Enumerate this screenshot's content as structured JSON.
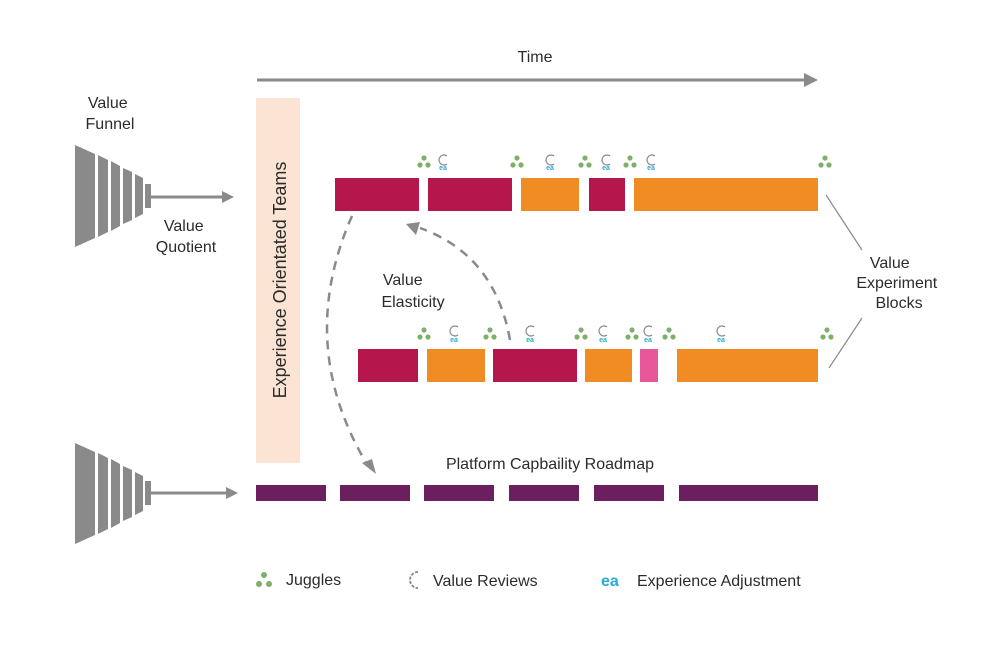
{
  "time_label": "Time",
  "funnel_label": [
    "Value",
    "Funnel"
  ],
  "quotient_label": [
    "Value",
    "Quotient"
  ],
  "teams_label": "Experience Orientated Teams",
  "elasticity_label": [
    "Value",
    "Elasticity"
  ],
  "experiment_blocks_label": [
    "Value",
    "Experiment",
    "Blocks"
  ],
  "platform_label": "Platform Capbaility Roadmap",
  "legend": {
    "juggles": "Juggles",
    "value_reviews": "Value Reviews",
    "ea_symbol": "ea",
    "experience_adjustment": "Experience Adjustment"
  },
  "colors": {
    "crimson": "#b5164b",
    "orange": "#f08c23",
    "pink": "#e9579b",
    "purple": "#6b1f5e",
    "green": "#7fb069",
    "teal": "#2aaad0",
    "gray": "#8a8a8a",
    "peach": "#fce4d4"
  }
}
